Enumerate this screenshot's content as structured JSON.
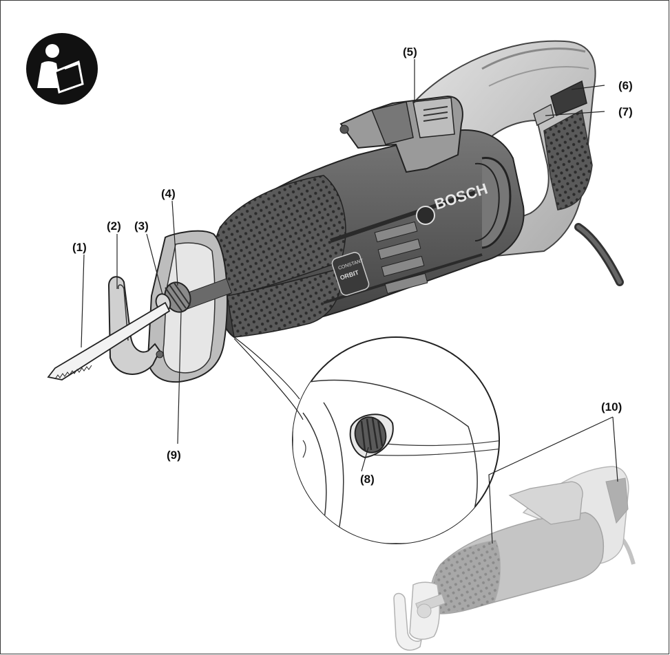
{
  "figure": {
    "icon": "read-manual-icon",
    "colors": {
      "housing_dark": "#4a4a4a",
      "housing_mid": "#6d6d6d",
      "housing_light": "#c9c9c9",
      "grip_dots": "#2f2f2f",
      "ghost": "#dcdcdc"
    },
    "brand_text": "BOSCH",
    "badge_text_top": "CONSTANT",
    "badge_text_bottom": "ORBIT",
    "callouts": [
      {
        "id": "1",
        "label": "(1)"
      },
      {
        "id": "2",
        "label": "(2)"
      },
      {
        "id": "3",
        "label": "(3)"
      },
      {
        "id": "4",
        "label": "(4)"
      },
      {
        "id": "5",
        "label": "(5)"
      },
      {
        "id": "6",
        "label": "(6)"
      },
      {
        "id": "7",
        "label": "(7)"
      },
      {
        "id": "8",
        "label": "(8)"
      },
      {
        "id": "9",
        "label": "(9)"
      },
      {
        "id": "10",
        "label": "(10)"
      }
    ]
  }
}
